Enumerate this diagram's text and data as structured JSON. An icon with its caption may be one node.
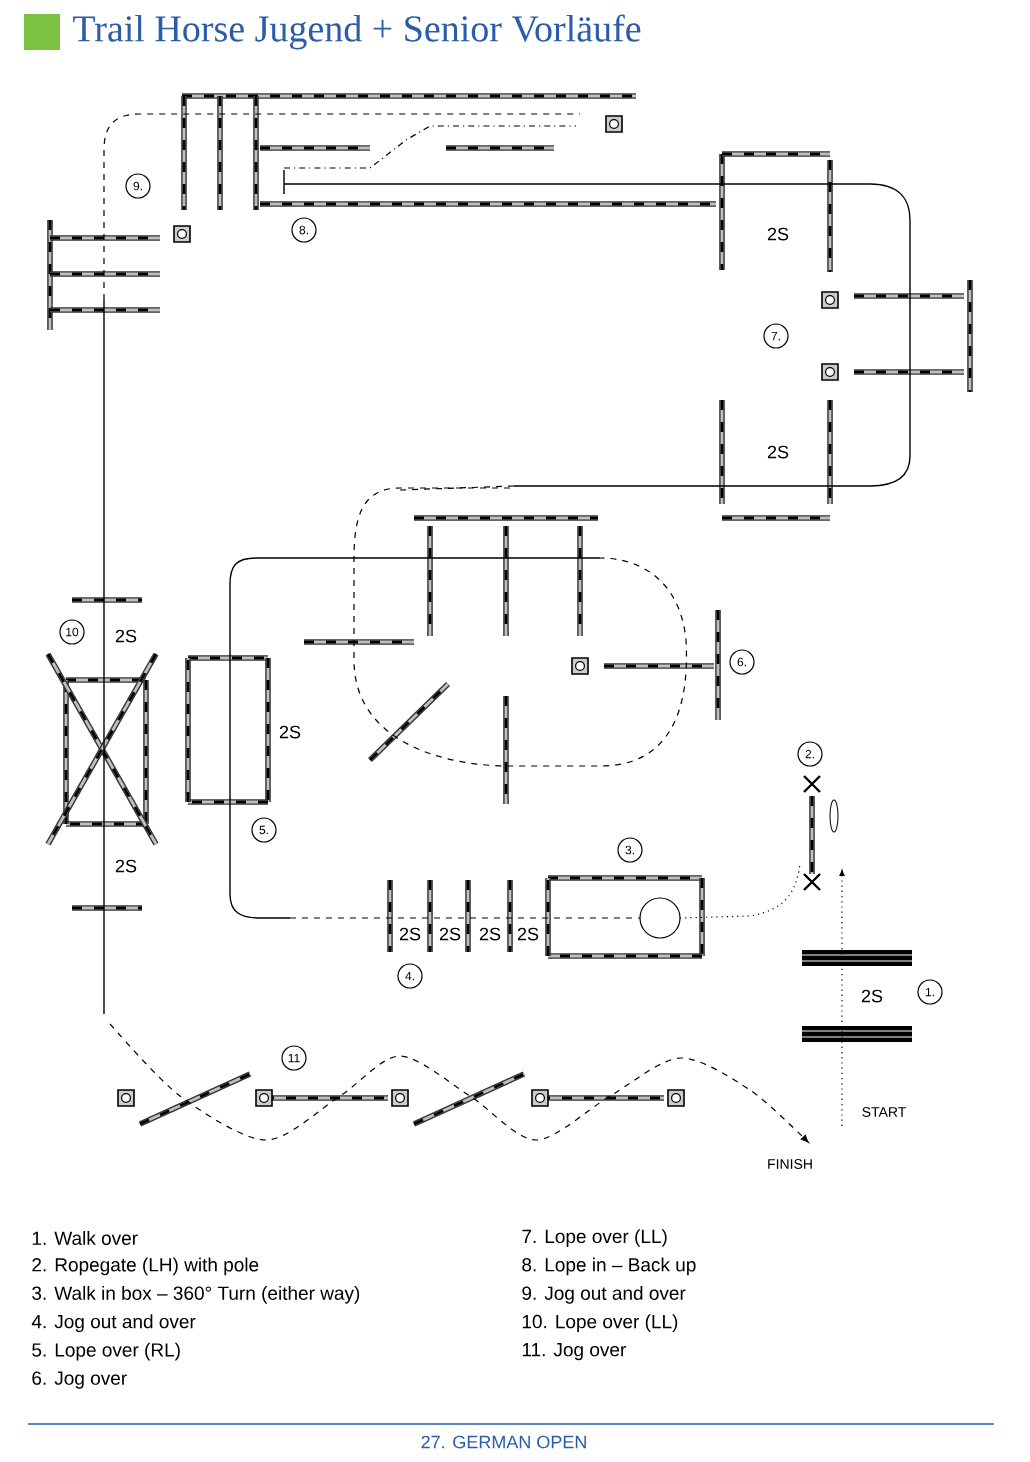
{
  "diagram": {
    "title": "Trail Horse Jugend + Senior Vorläufe",
    "caption": "27. GERMAN OPEN",
    "nodes": [
      {
        "text": [
          "9."
        ]
      },
      {
        "text": [
          "8."
        ]
      },
      {
        "text": [
          "7."
        ]
      },
      {
        "text": [
          "10"
        ]
      },
      {
        "text": [
          "6."
        ]
      },
      {
        "text": [
          "2."
        ]
      },
      {
        "text": [
          "5."
        ]
      },
      {
        "text": [
          "3."
        ]
      },
      {
        "text": [
          "4."
        ]
      },
      {
        "text": [
          "1."
        ]
      },
      {
        "text": [
          "11"
        ]
      }
    ],
    "labels": [
      "2S",
      "2S",
      "2S",
      "2S",
      "2S",
      "2S",
      "2S",
      "2S",
      "2S",
      "2S",
      "START",
      "FINISH",
      "1. Walk over",
      "2. Ropegate (LH) with pole",
      "3. Walk in box – 360° Turn (either way)",
      "4. Jog out and over",
      "5. Lope over (RL)",
      "6. Jog over",
      "7. Lope over (LL)",
      "8. Lope in – Back up",
      "9. Jog out and over",
      "10. Lope over (LL)",
      "11. Jog over"
    ]
  }
}
